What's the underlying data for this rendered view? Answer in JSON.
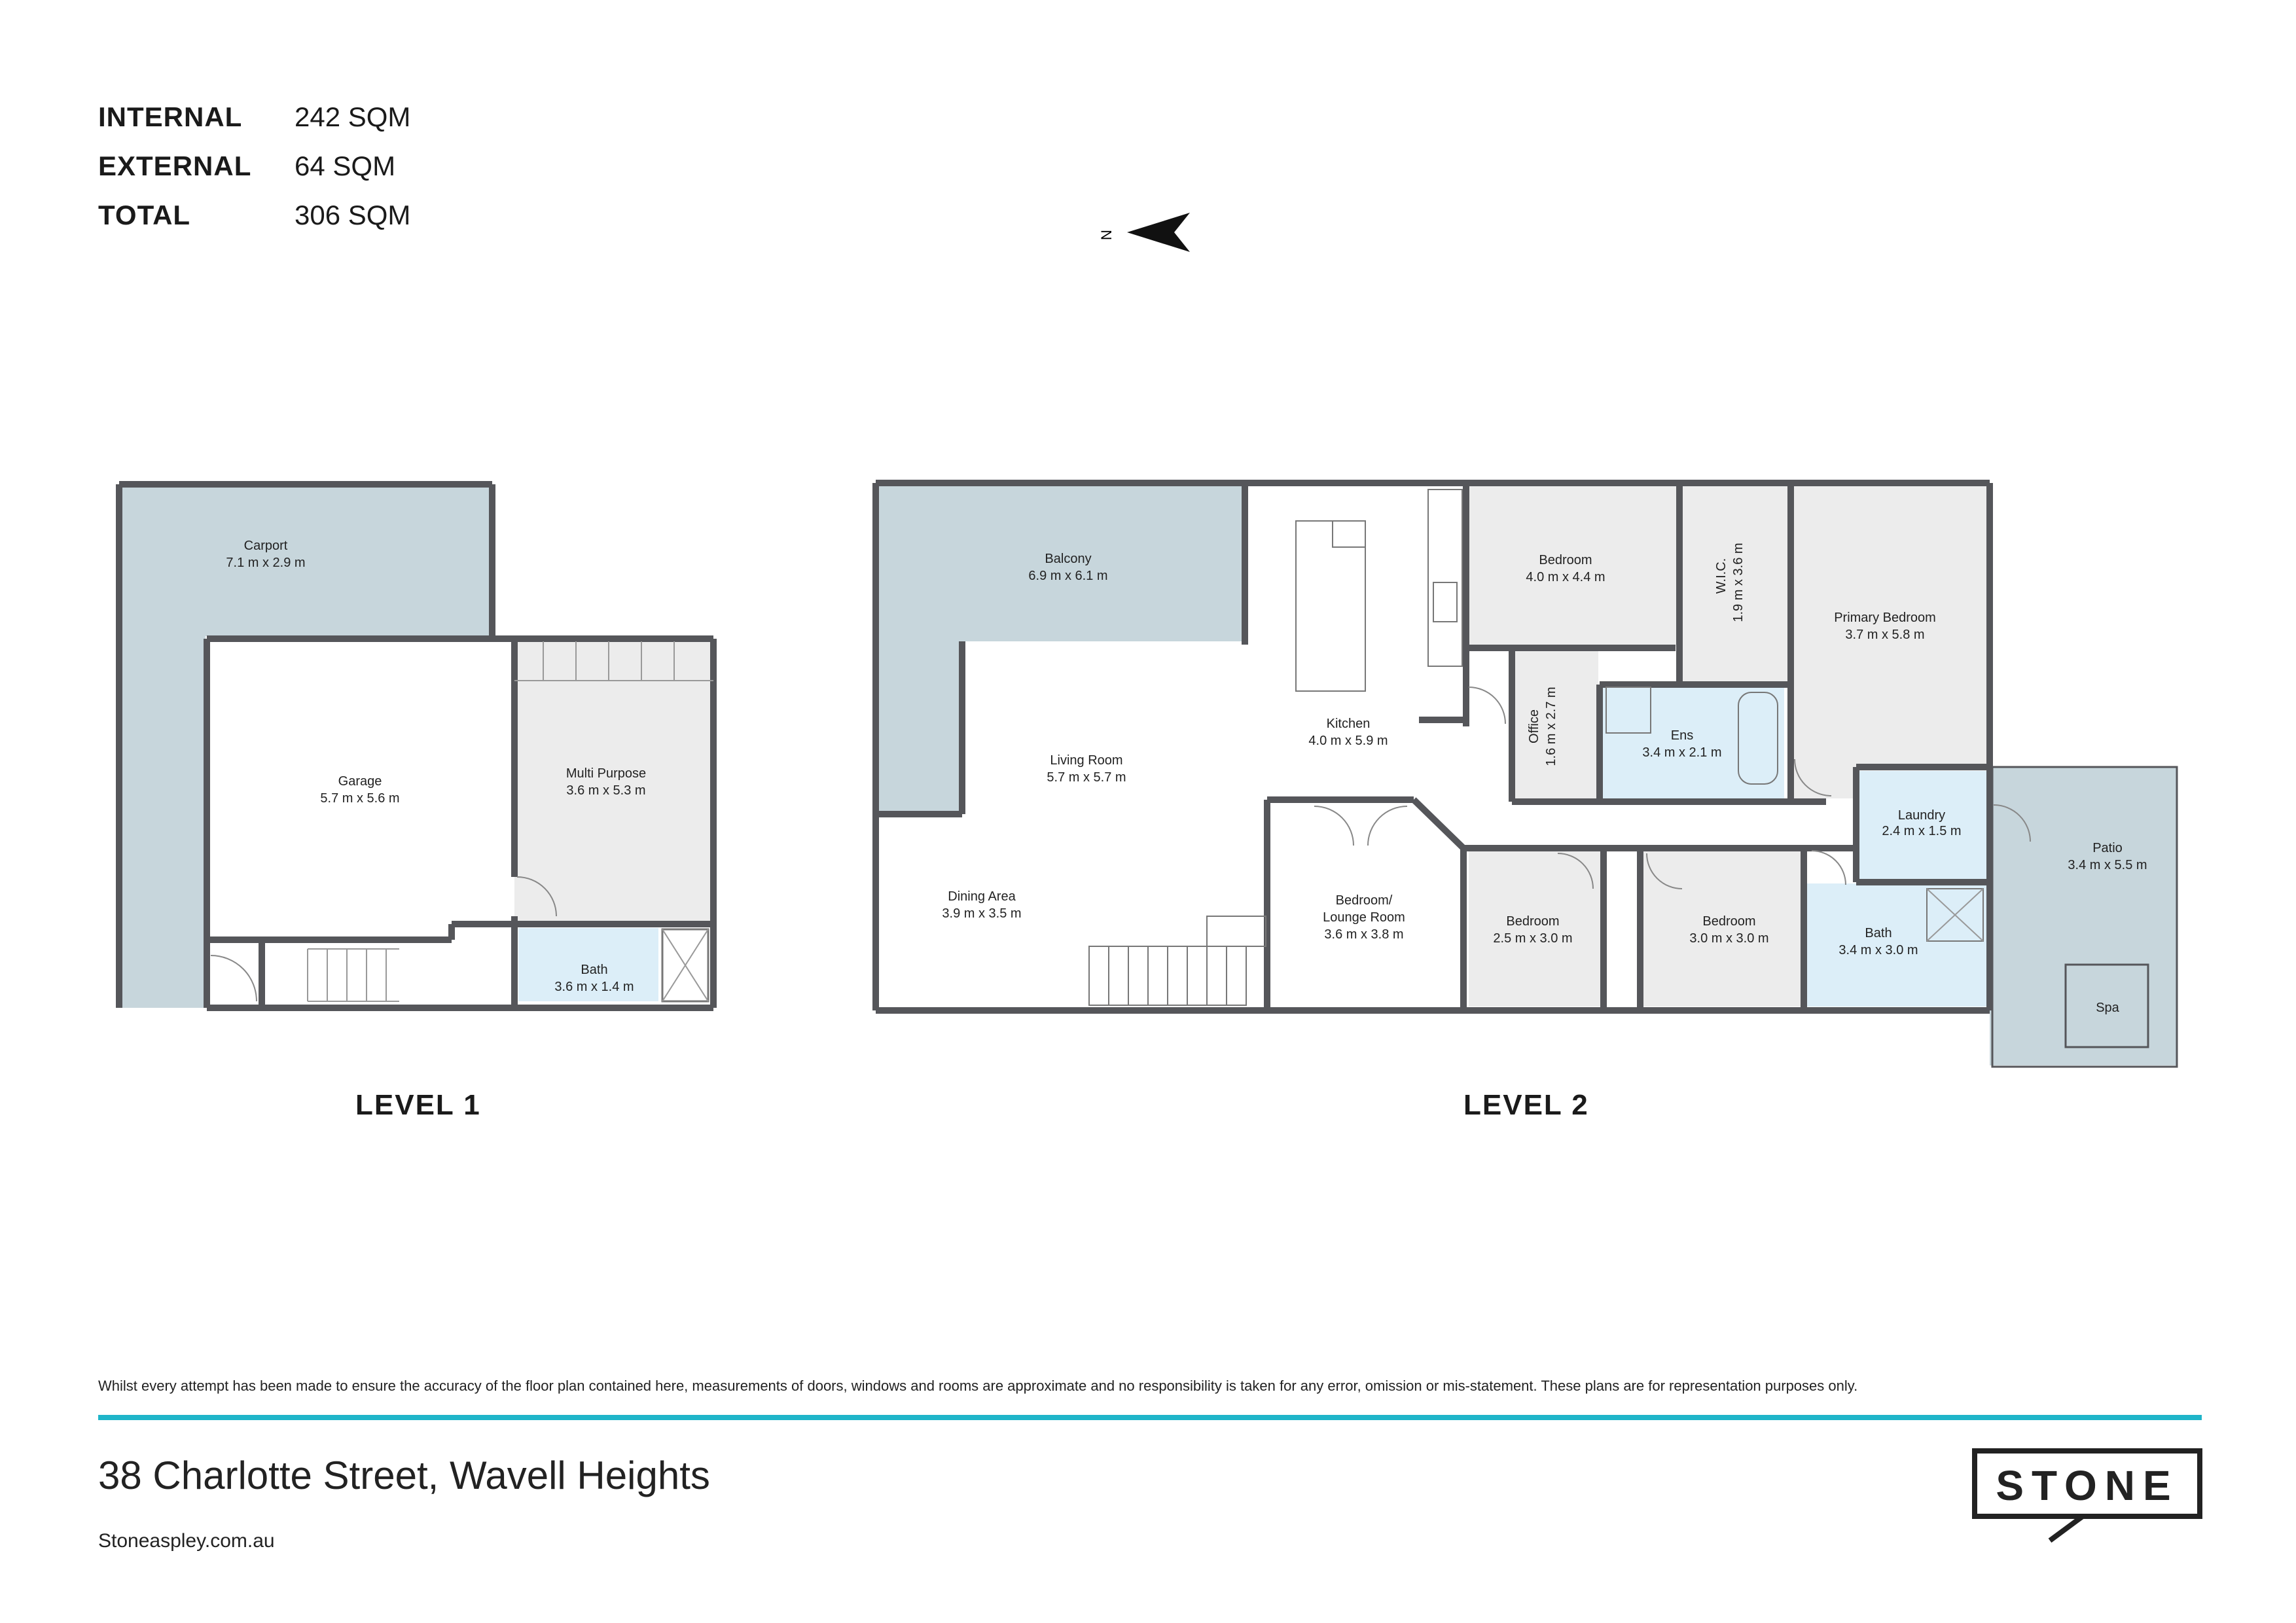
{
  "areas": {
    "internal": {
      "label": "INTERNAL",
      "value": "242 SQM"
    },
    "external": {
      "label": "EXTERNAL",
      "value": "64 SQM"
    },
    "total": {
      "label": "TOTAL",
      "value": "306 SQM"
    }
  },
  "compass": {
    "label": "N"
  },
  "levels": {
    "level1": "LEVEL 1",
    "level2": "LEVEL 2"
  },
  "rooms": {
    "carport": {
      "name": "Carport",
      "dims": "7.1 m x 2.9 m"
    },
    "garage": {
      "name": "Garage",
      "dims": "5.7 m x 5.6 m"
    },
    "multi_purpose": {
      "name": "Multi Purpose",
      "dims": "3.6 m x 5.3 m"
    },
    "bath_l1": {
      "name": "Bath",
      "dims": "3.6 m x 1.4 m"
    },
    "balcony": {
      "name": "Balcony",
      "dims": "6.9 m x 6.1 m"
    },
    "living": {
      "name": "Living Room",
      "dims": "5.7 m x 5.7 m"
    },
    "dining": {
      "name": "Dining Area",
      "dims": "3.9 m x 3.5 m"
    },
    "kitchen": {
      "name": "Kitchen",
      "dims": "4.0 m x 5.9 m"
    },
    "bedroom_lounge": {
      "name": "Bedroom/",
      "name2": "Lounge Room",
      "dims": "3.6 m x 3.8 m"
    },
    "bedroom_top": {
      "name": "Bedroom",
      "dims": "4.0 m x 4.4 m"
    },
    "office": {
      "name": "Office",
      "dims": "1.6 m x 2.7 m"
    },
    "wic": {
      "name": "W.I.C.",
      "dims": "1.9 m x 3.6 m"
    },
    "ens": {
      "name": "Ens",
      "dims": "3.4 m x 2.1 m"
    },
    "primary": {
      "name": "Primary Bedroom",
      "dims": "3.7 m x 5.8 m"
    },
    "bedroom_mid": {
      "name": "Bedroom",
      "dims": "2.5 m x 3.0 m"
    },
    "bedroom_right": {
      "name": "Bedroom",
      "dims": "3.0 m x 3.0 m"
    },
    "laundry": {
      "name": "Laundry",
      "dims": "2.4 m x 1.5 m"
    },
    "bath_l2": {
      "name": "Bath",
      "dims": "3.4 m x 3.0 m"
    },
    "patio": {
      "name": "Patio",
      "dims": "3.4 m x 5.5 m"
    },
    "spa": {
      "name": "Spa"
    }
  },
  "footer": {
    "disclaimer": "Whilst every attempt has been made to ensure the accuracy of the floor plan contained here, measurements of doors, windows and rooms are approximate and no responsibility is taken for any error, omission or mis-statement. These plans are for representation purposes only.",
    "address": "38 Charlotte Street, Wavell Heights",
    "website": "Stoneaspley.com.au",
    "logo_text": "STONE"
  },
  "colors": {
    "wall": "#55565a",
    "outdoor": "#c7d6dc",
    "room_grey": "#ececec",
    "wet_area": "#dceef8",
    "accent": "#1fb5c9"
  }
}
